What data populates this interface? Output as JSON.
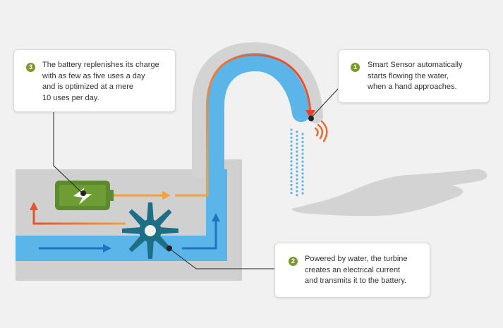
{
  "colors": {
    "background": "#f1f1f1",
    "housing": "#d0d0d0",
    "water": "#5bb5e8",
    "water_arrow": "#1f74bd",
    "turbine": "#1d6f86",
    "battery": "#5e8a2f",
    "battery_body": "#6f9d35",
    "current_arrow_start": "#e8532e",
    "current_arrow_end": "#f4a13b",
    "number_badge": "#7a9a2e",
    "hand": "#d3d3d3"
  },
  "icons": [
    "battery-icon",
    "lightning-icon",
    "turbine-icon",
    "hand-icon",
    "sensor-waves-icon",
    "water-drops-icon",
    "faucet-icon"
  ],
  "callouts": [
    {
      "number": "1",
      "lines": [
        "Smart Sensor automatically",
        "starts flowing the water,",
        "when a hand approaches."
      ]
    },
    {
      "number": "2",
      "lines": [
        "Powered by water, the turbine",
        "creates an electrical current",
        "and transmits it to the battery."
      ]
    },
    {
      "number": "3",
      "lines": [
        "The battery replenishes its charge",
        "with as few as five uses a day",
        "and is optimized at a mere",
        "10 uses per day."
      ]
    }
  ]
}
